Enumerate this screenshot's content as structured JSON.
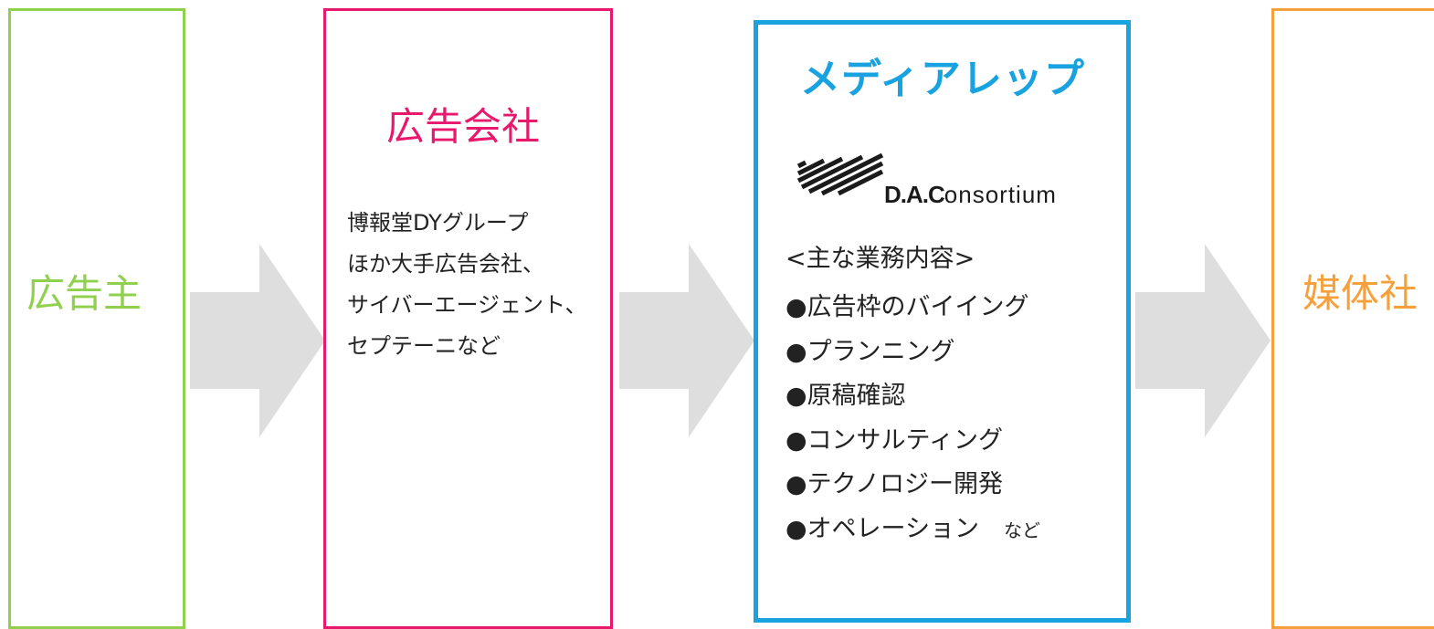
{
  "colors": {
    "advertiser": "#8fd14f",
    "agency": "#e8186d",
    "mediarep": "#18a3e0",
    "media": "#f5a03a",
    "arrow": "#dedede",
    "text": "#222222"
  },
  "advertiser": {
    "label": "広告主"
  },
  "agency": {
    "label": "広告会社",
    "lines": [
      "博報堂DYグループ",
      "ほか大手広告会社、",
      "サイバーエージェント、",
      "セプテーニなど"
    ]
  },
  "mediarep": {
    "title": "メディアレップ",
    "logo": {
      "bold": "D.A.C",
      "light": "onsortium"
    },
    "duties_heading": "<主な業務内容>",
    "bullet": "●",
    "duties": [
      "広告枠のバイイング",
      "プランニング",
      "原稿確認",
      "コンサルティング",
      "テクノロジー開発",
      "オペレーション"
    ],
    "duties_trailer": "など"
  },
  "media": {
    "label": "媒体社"
  },
  "icons": {
    "arrow": "right-arrow-icon",
    "logo": "dac-logo-icon"
  }
}
